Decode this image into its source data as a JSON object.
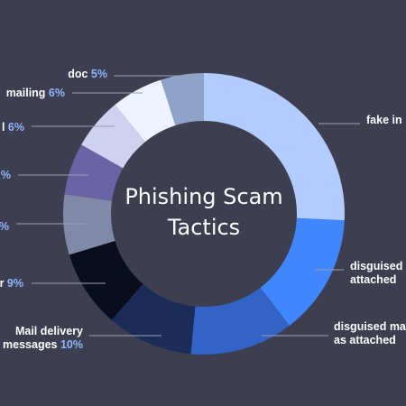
{
  "chart_data": {
    "type": "pie",
    "title": [
      "Phishing Scam",
      "Tactics"
    ],
    "slices": [
      {
        "label": [
          "fake in"
        ],
        "percent": "",
        "value": 26,
        "color": "#b3ccff"
      },
      {
        "label": [
          "disguised",
          "attached"
        ],
        "percent": "",
        "value": 14,
        "color": "#3f86ff"
      },
      {
        "label": [
          "disguised ma",
          "as attached"
        ],
        "percent": "",
        "value": 12,
        "color": "#3363c6"
      },
      {
        "label": [
          "Mail delivery",
          "messages"
        ],
        "percent": "10%",
        "value": 10,
        "color": "#1a2c57"
      },
      {
        "label": [
          "r"
        ],
        "percent": "9%",
        "value": 9,
        "color": "#0a0e1c"
      },
      {
        "label": [
          ""
        ],
        "percent": "%",
        "value": 7,
        "color": "#7f8aa8"
      },
      {
        "label": [
          ""
        ],
        "percent": "%",
        "value": 6,
        "color": "#6a64a6"
      },
      {
        "label": [
          "l"
        ],
        "percent": "6%",
        "value": 6,
        "color": "#cfd1ef"
      },
      {
        "label": [
          "mailing"
        ],
        "percent": "6%",
        "value": 6,
        "color": "#eef3ff"
      },
      {
        "label": [
          "doc"
        ],
        "percent": "5%",
        "value": 5,
        "color": "#8fa2c7"
      }
    ]
  }
}
